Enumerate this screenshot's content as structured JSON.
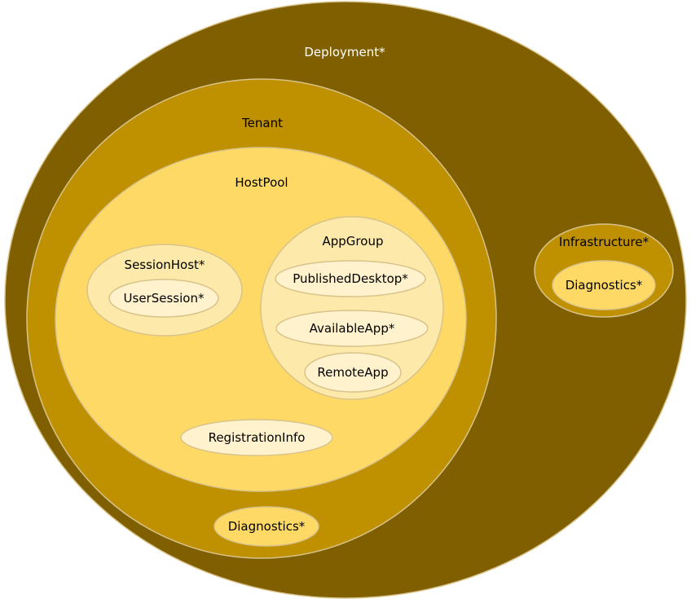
{
  "colors": {
    "deployment": "#7f5f00",
    "tenant": "#bf9000",
    "hostpool": "#ffd966",
    "inner": "#fde9a9",
    "pill": "#fff2cc",
    "stroke": "#d8c38a",
    "text_light": "#ffffff",
    "text_dark": "#000000"
  },
  "nodes": {
    "deployment": "Deployment*",
    "tenant": "Tenant",
    "hostpool": "HostPool",
    "sessionhost": "SessionHost*",
    "usersession": "UserSession*",
    "appgroup": "AppGroup",
    "publisheddesktop": "PublishedDesktop*",
    "availableapp": "AvailableApp*",
    "remoteapp": "RemoteApp",
    "registrationinfo": "RegistrationInfo",
    "tenant_diagnostics": "Diagnostics*",
    "infrastructure": "Infrastructure*",
    "infrastructure_diagnostics": "Diagnostics*"
  }
}
